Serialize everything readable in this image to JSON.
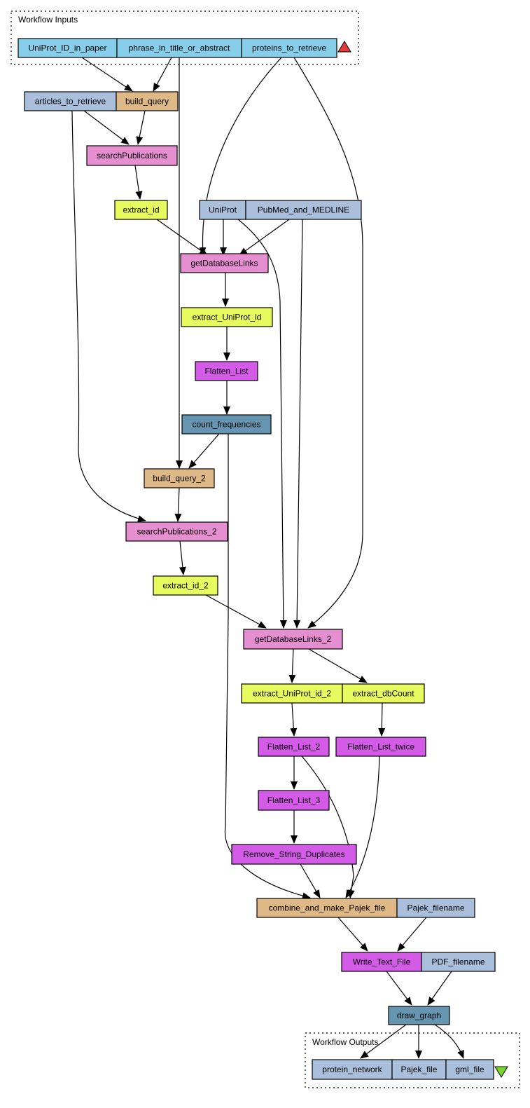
{
  "workflow_inputs": {
    "title": "Workflow Inputs",
    "items": [
      "UniProt_ID_in_paper",
      "phrase_in_title_or_abstract",
      "proteins_to_retrieve"
    ]
  },
  "workflow_outputs": {
    "title": "Workflow Outputs",
    "items": [
      "protein_network",
      "Pajek_file",
      "gml_file"
    ]
  },
  "nodes": {
    "articles_to_retrieve": "articles_to_retrieve",
    "build_query": "build_query",
    "searchPublications": "searchPublications",
    "extract_id": "extract_id",
    "UniProt": "UniProt",
    "PubMed_and_MEDLINE": "PubMed_and_MEDLINE",
    "getDatabaseLinks": "getDatabaseLinks",
    "extract_UniProt_id": "extract_UniProt_id",
    "Flatten_List": "Flatten_List",
    "count_frequencies": "count_frequencies",
    "build_query_2": "build_query_2",
    "searchPublications_2": "searchPublications_2",
    "extract_id_2": "extract_id_2",
    "getDatabaseLinks_2": "getDatabaseLinks_2",
    "extract_UniProt_id_2": "extract_UniProt_id_2",
    "extract_dbCount": "extract_dbCount",
    "Flatten_List_2": "Flatten_List_2",
    "Flatten_List_twice": "Flatten_List_twice",
    "Flatten_List_3": "Flatten_List_3",
    "Remove_String_Duplicates": "Remove_String_Duplicates",
    "combine_and_make_Pajek_file": "combine_and_make_Pajek_file",
    "Pajek_filename": "Pajek_filename",
    "Write_Text_File": "Write_Text_File",
    "PDF_filename": "PDF_filename",
    "draw_graph": "draw_graph"
  },
  "colors": {
    "input_port": "#87ceeb",
    "constant": "#aabfdc",
    "beanshell": "#deb887",
    "wsdl": "#e58fd0",
    "xpath": "#e8fb5e",
    "local_worker": "#d45ae8",
    "rest": "#6595b0",
    "output_port": "#aabfdc",
    "input_marker": "#e53b3b",
    "output_marker": "#7ad72a"
  }
}
